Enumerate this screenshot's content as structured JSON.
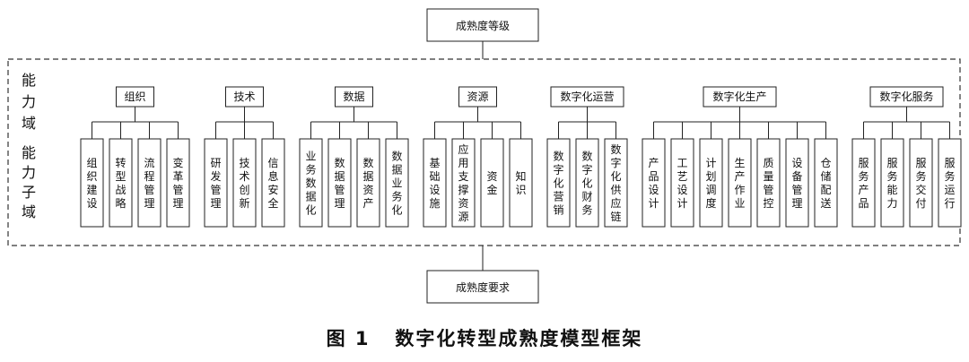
{
  "top_box": "成熟度等级",
  "bottom_box": "成熟度要求",
  "side_label_domain": "能力域",
  "side_label_subdomain": "能力子域",
  "domains": [
    {
      "name": "组织",
      "subs": [
        "组织建设",
        "转型战略",
        "流程管理",
        "变革管理"
      ]
    },
    {
      "name": "技术",
      "subs": [
        "研发管理",
        "技术创新",
        "信息安全"
      ]
    },
    {
      "name": "数据",
      "subs": [
        "业务数据化",
        "数据管理",
        "数据资产",
        "数据业务化"
      ]
    },
    {
      "name": "资源",
      "subs": [
        "基础设施",
        "应用支撑资源",
        "资金",
        "知识"
      ]
    },
    {
      "name": "数字化运营",
      "subs": [
        "数字化营销",
        "数字化财务",
        "数字化供应链"
      ]
    },
    {
      "name": "数字化生产",
      "subs": [
        "产品设计",
        "工艺设计",
        "计划调度",
        "生产作业",
        "质量管控",
        "设备管理",
        "仓储配送"
      ]
    },
    {
      "name": "数字化服务",
      "subs": [
        "服务产品",
        "服务能力",
        "服务交付",
        "服务运行"
      ]
    }
  ],
  "caption": "图 1   数字化转型成熟度模型框架"
}
